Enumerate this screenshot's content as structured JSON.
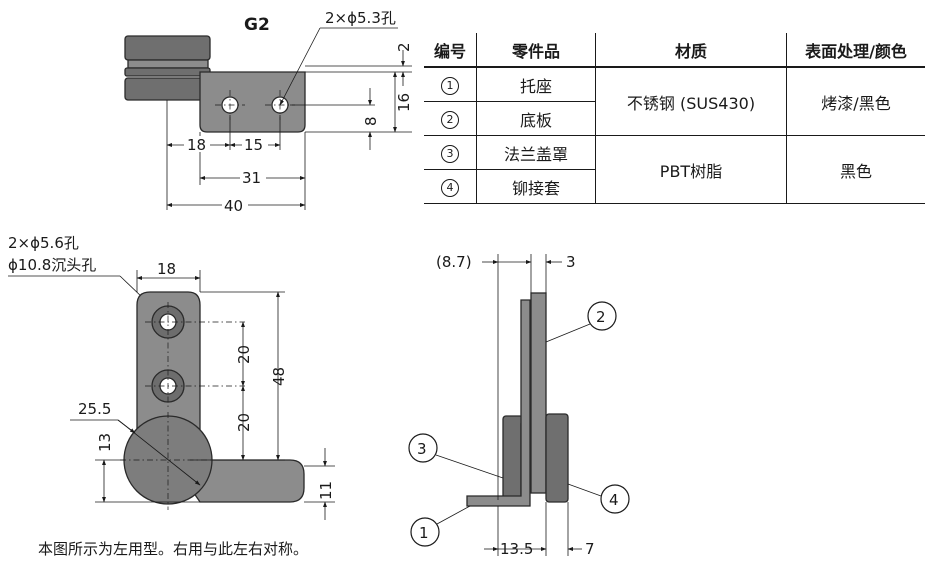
{
  "model": "G2",
  "top_view": {
    "hole_label": "2×ϕ5.3孔",
    "dims": {
      "d2": "2",
      "d16": "16",
      "d8": "8",
      "d18": "18",
      "d15": "15",
      "d31": "31",
      "d40": "40"
    }
  },
  "table": {
    "headers": [
      "编号",
      "零件品",
      "材质",
      "表面处理/颜色"
    ],
    "rows": [
      {
        "no": "1",
        "name": "托座"
      },
      {
        "no": "2",
        "name": "底板"
      },
      {
        "no": "3",
        "name": "法兰盖罩"
      },
      {
        "no": "4",
        "name": "铆接套"
      }
    ],
    "material_a": "不锈钢 (SUS430)",
    "finish_a": "烤漆/黑色",
    "material_b": "PBT树脂",
    "finish_b": "黑色"
  },
  "front_view": {
    "hole_label_1": "2×ϕ5.6孔",
    "hole_label_2": "ϕ10.8沉头孔",
    "dims": {
      "d18": "18",
      "d20a": "20",
      "d20b": "20",
      "d48": "48",
      "d25_5": "25.5",
      "d13": "13",
      "d11": "11"
    }
  },
  "side_view": {
    "dims": {
      "d8_7": "(8.7)",
      "d3": "3",
      "d13_5": "13.5",
      "d7": "7"
    },
    "callouts": [
      "1",
      "2",
      "3",
      "4"
    ]
  },
  "note": "本图所示为左用型。右用与此左右对称。"
}
